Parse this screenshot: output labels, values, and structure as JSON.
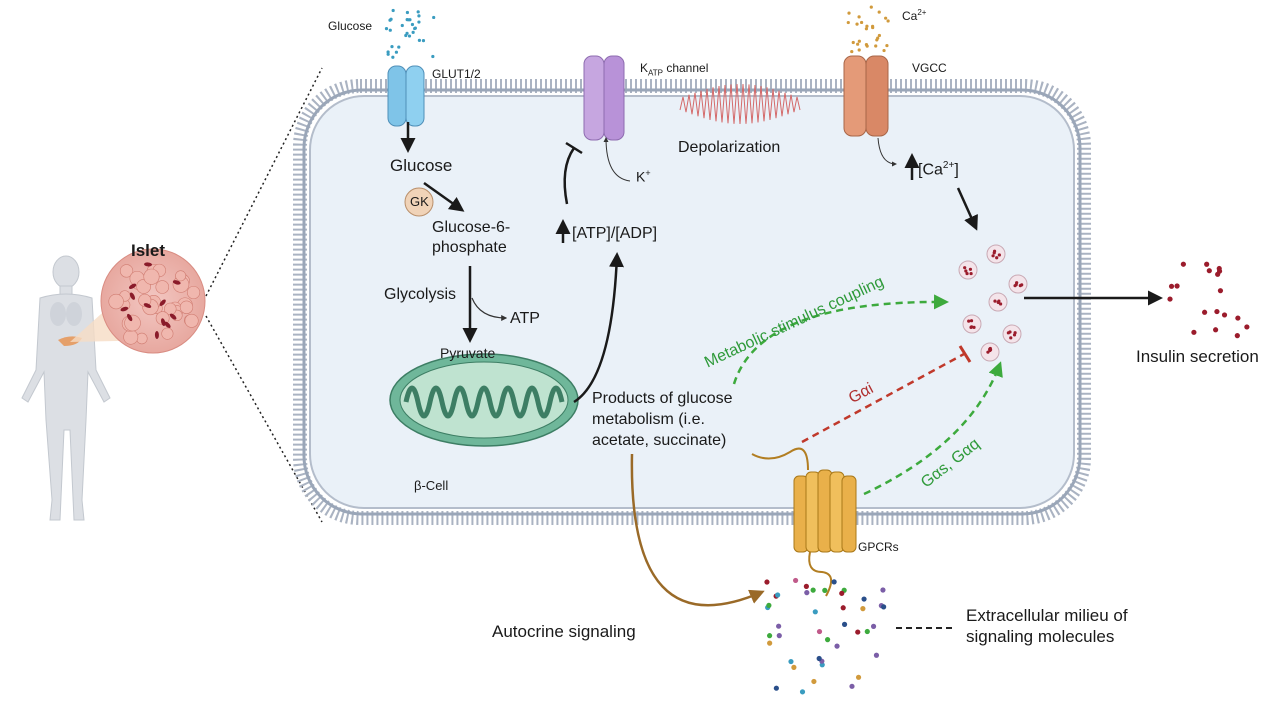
{
  "diagram": {
    "human": {
      "islet_label": "Islet"
    },
    "cell": {
      "label": "β-Cell"
    },
    "transporters": {
      "glucose_outside": "Glucose",
      "glut": "GLUT1/2",
      "katp_k": "K",
      "katp_sub": "ATP",
      "katp_rest": " channel",
      "vgcc": "VGCC",
      "ca_outside": "Ca",
      "ca_sup": "2+",
      "gpcrs": "GPCRs"
    },
    "pathway": {
      "glucose": "Glucose",
      "gk": "GK",
      "g6p_line1": "Glucose-6-",
      "g6p_line2": "phosphate",
      "glycolysis": "Glycolysis",
      "atp": "ATP",
      "pyruvate": "Pyruvate",
      "atp_adp": "[ATP]/[ADP]",
      "k_ion": "K",
      "k_sup": "+",
      "depolarization": "Depolarization",
      "ca_inside": "[Ca",
      "ca_inside_sup": "2+",
      "ca_inside_close": "]"
    },
    "products": {
      "line1": "Products of glucose",
      "line2": "metabolism (i.e.",
      "line3": "acetate, succinate)"
    },
    "signals": {
      "metabolic": "Metabolic stimulus coupling",
      "gai": "Gαi",
      "gas_gaq": "Gαs, Gαq",
      "autocrine": "Autocrine signaling",
      "insulin": "Insulin secretion",
      "milieu_line1": "Extracellular milieu of",
      "milieu_line2": "signaling molecules"
    },
    "colors": {
      "membrane": "#9aa6b8",
      "cytoplasm": "#eaf1f8",
      "glut": "#7fc4e8",
      "katp": "#c6a6e0",
      "vgcc": "#e49a78",
      "gpcr": "#e9b04a",
      "mito": "#6fb79a",
      "green_arrow": "#3daa3d",
      "red_arrow": "#c0392b",
      "brown_arrow": "#9a6a28",
      "granule": "#9b1c2c"
    }
  }
}
